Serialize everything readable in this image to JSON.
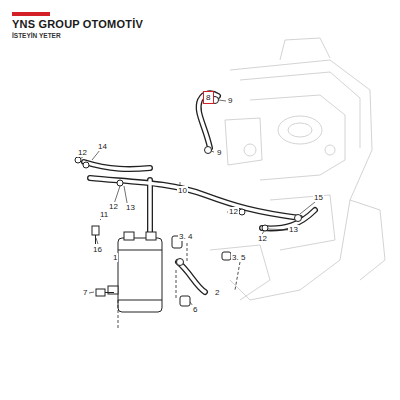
{
  "diagram": {
    "title": "YNS GROUP OTOMOTİV",
    "nodes": [
      {
        "text": [
          "8"
        ]
      }
    ],
    "edges": [],
    "labels": [
      "İSTEYİN YETER",
      "9",
      "9",
      "14",
      "12",
      "12",
      "13",
      "11",
      "10",
      "12",
      "15",
      "13",
      "12",
      "16",
      "1",
      "3. 4",
      "3. 5",
      "2",
      "7",
      "6"
    ]
  }
}
